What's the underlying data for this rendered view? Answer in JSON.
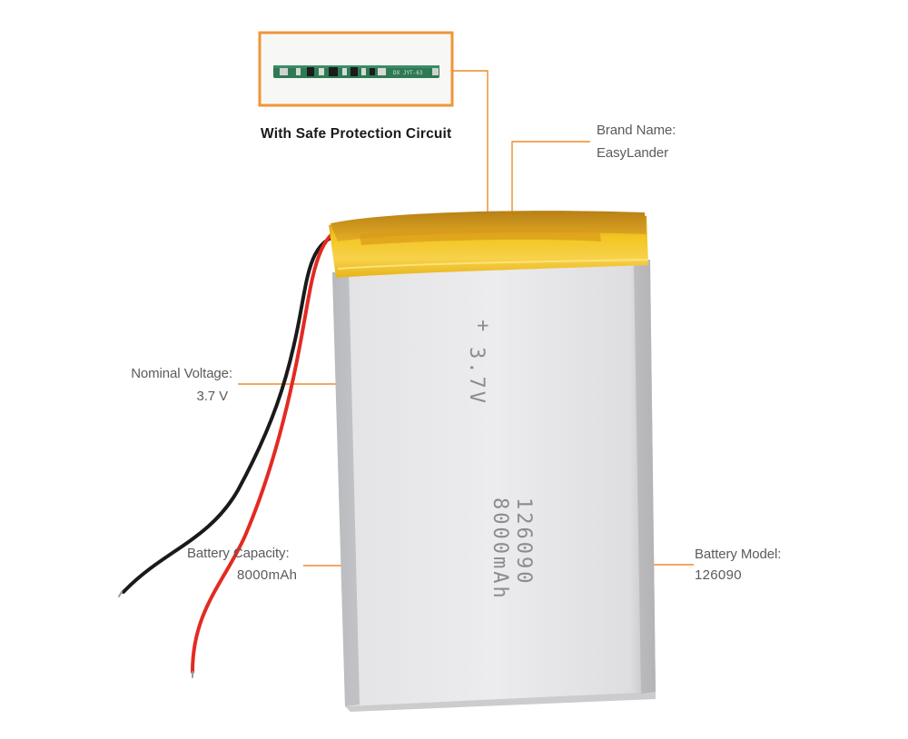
{
  "circuit_caption": "With Safe Protection Circuit",
  "pcb_marking": "DX JYT-63",
  "brand": {
    "title": "Brand Name:",
    "value": "EasyLander"
  },
  "voltage": {
    "title": "Nominal Voltage:",
    "value": "3.7 V"
  },
  "capacity": {
    "title": "Battery  Capacity:",
    "value": "8000mAh"
  },
  "model": {
    "title": "Battery Model:",
    "value": "126090"
  },
  "battery_print": {
    "polarity": "+",
    "lines": [
      "3.7V",
      "8000mAh",
      "126090"
    ]
  },
  "colors": {
    "callout_line": "#f08a2a",
    "frame_orange": "#f0953a",
    "battery_body": "#d6d6d8",
    "tape_yellow": "#f2c21a",
    "pcb_green": "#2f7a55",
    "wire_red": "#e32a22",
    "wire_black": "#1a1a1a"
  }
}
